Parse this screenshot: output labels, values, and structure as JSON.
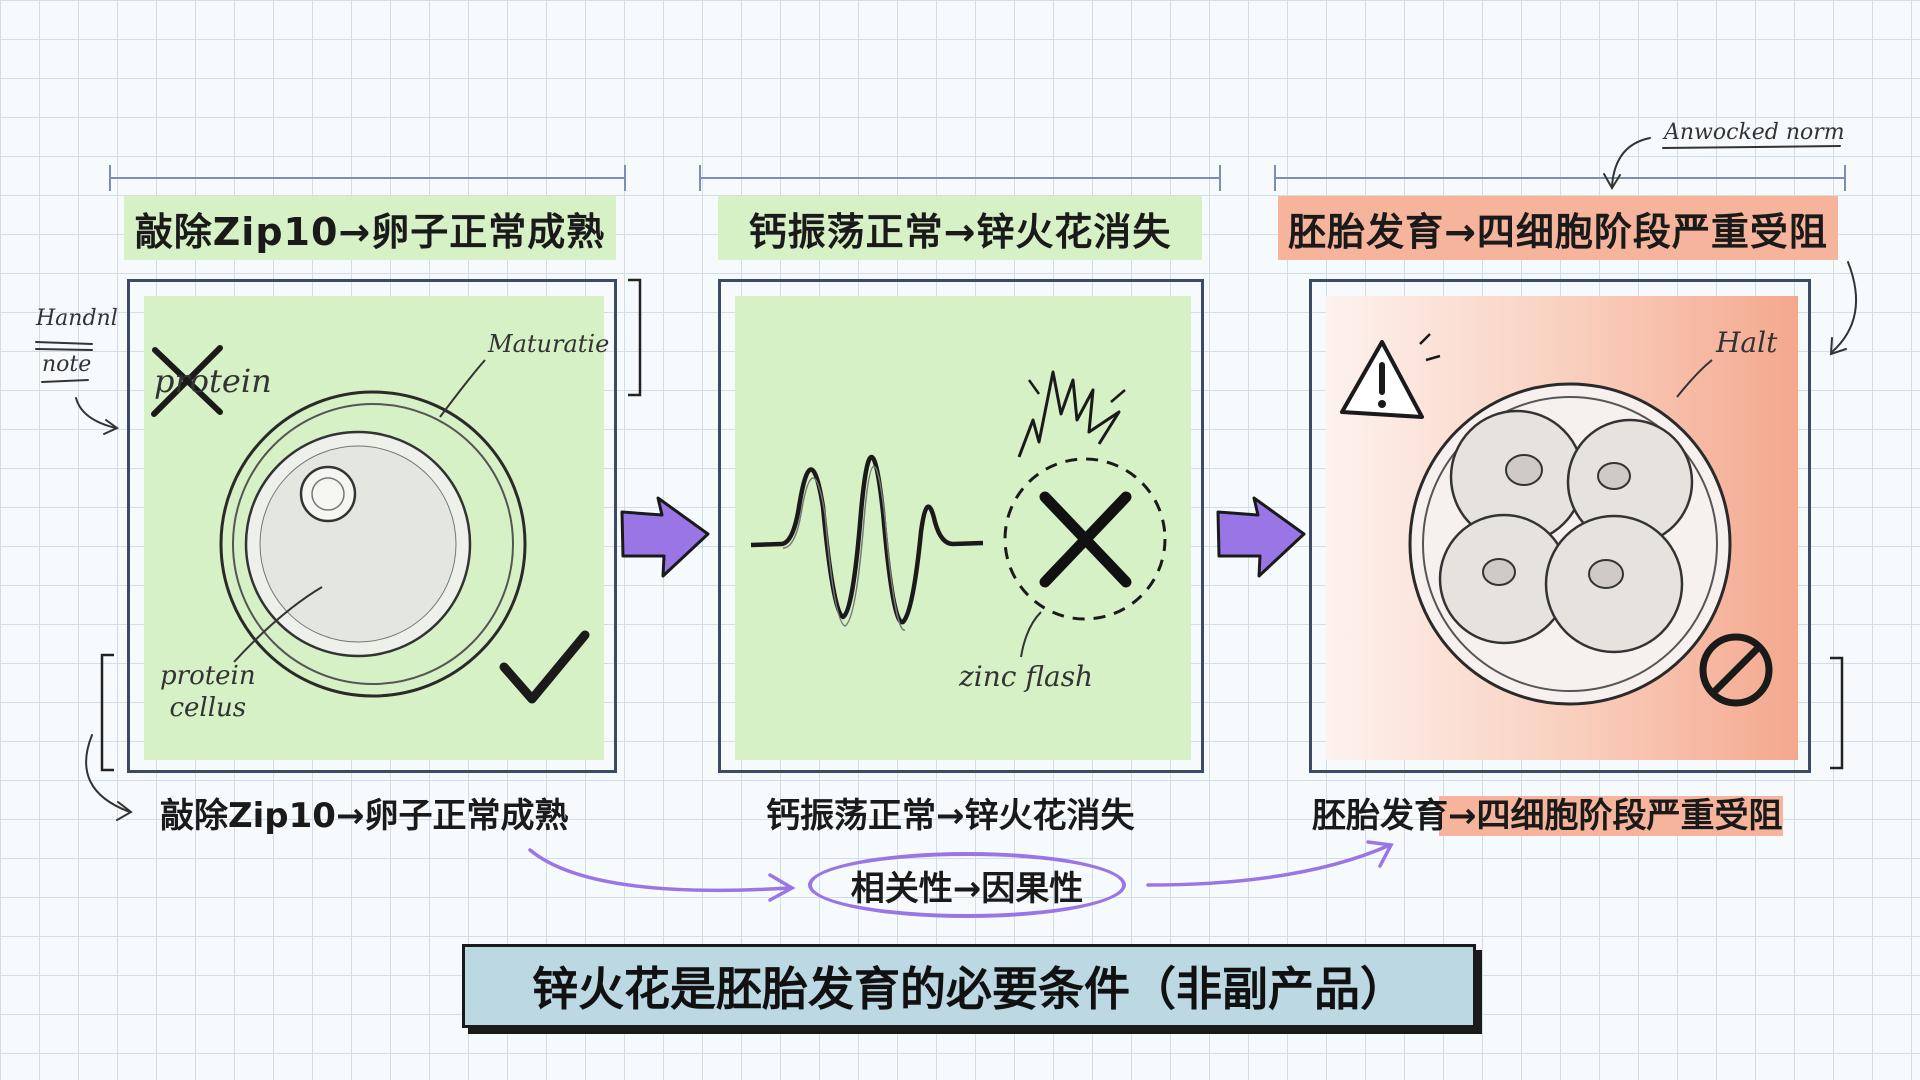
{
  "colors": {
    "green": "#d6f1c6",
    "salmon": "#f5b49b",
    "purple": "#9a75e6",
    "ink": "#1a1a1a",
    "frame": "#3b4a66",
    "conclusion_bg": "#bcd8e3"
  },
  "panels": [
    {
      "title": "敲除Zip10→卵子正常成熟",
      "caption": "敲除Zip10→卵子正常成熟",
      "annotations": {
        "crossed": "protein",
        "maturation": "Maturatie",
        "cell": "protein\ncellus"
      },
      "icons": [
        "x-mark-icon",
        "check-mark-icon"
      ]
    },
    {
      "title": "钙振荡正常→锌火花消失",
      "caption": "钙振荡正常→锌火花消失",
      "annotations": {
        "flash": "zinc flash"
      },
      "icons": [
        "wave-icon",
        "burst-icon",
        "x-mark-icon"
      ]
    },
    {
      "title": "胚胎发育→四细胞阶段严重受阻",
      "caption": "胚胎发育→四细胞阶段严重受阻",
      "annotations": {
        "halt": "Halt"
      },
      "icons": [
        "warning-icon",
        "prohibited-icon"
      ]
    }
  ],
  "side_notes": {
    "left_top": "Handnl",
    "left_bottom": "note",
    "right_top": "Anwocked norm"
  },
  "relation": "相关性→因果性",
  "conclusion": "锌火花是胚胎发育的必要条件（非副产品）"
}
